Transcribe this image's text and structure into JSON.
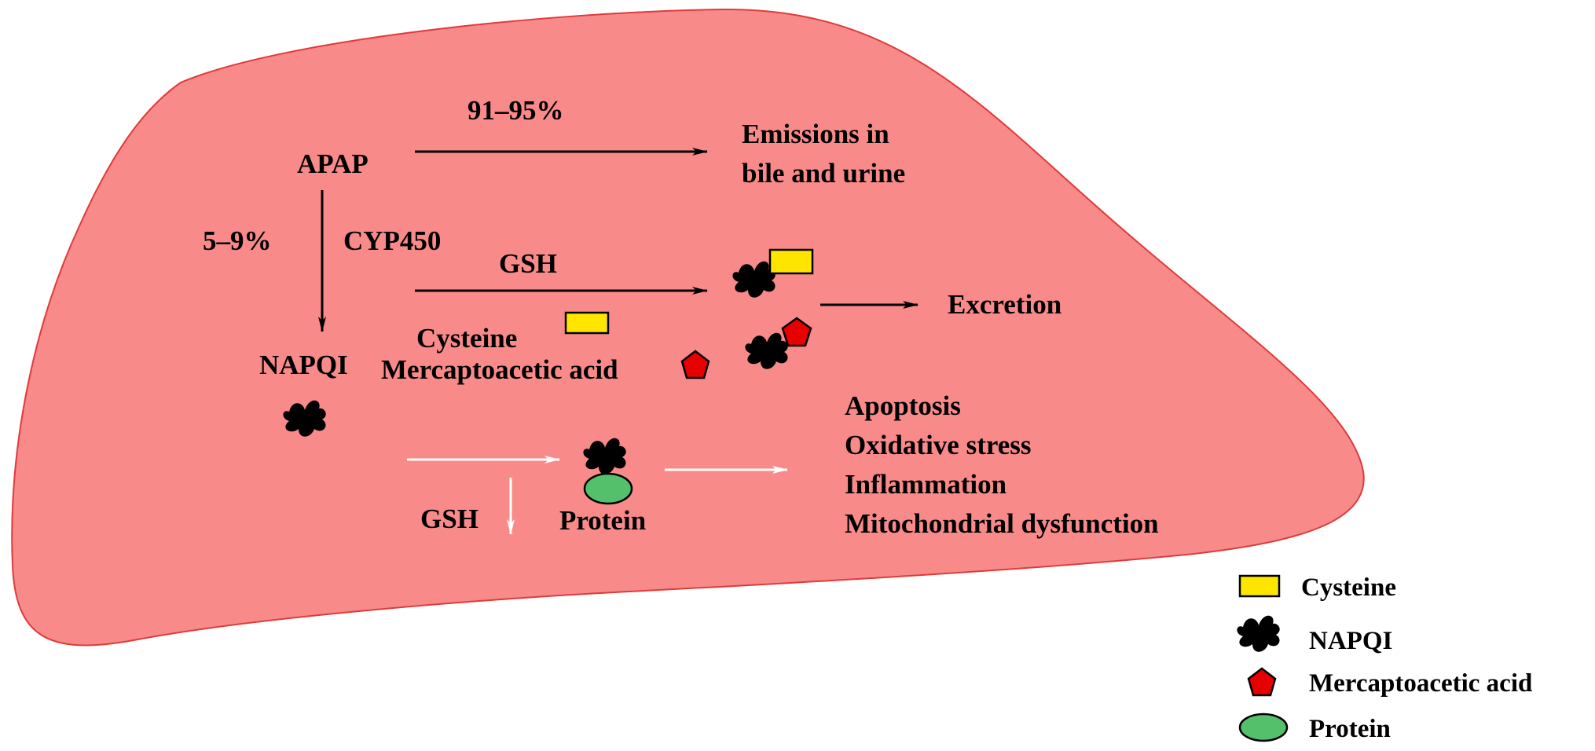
{
  "colors": {
    "liver_fill": "#f98a8a",
    "liver_stroke": "#e03a3a",
    "cysteine_fill": "#fde500",
    "napqi_fill": "#000000",
    "mercaptoacetic_fill": "#e60000",
    "protein_fill": "#55c06b",
    "arrow_dark": "#000000",
    "arrow_light": "#ffffff"
  },
  "labels": {
    "apap": "APAP",
    "pct_excreted": "91–95%",
    "emissions_line1": "Emissions in",
    "emissions_line2": "bile and urine",
    "pct_metabolized": "5–9%",
    "cyp450": "CYP450",
    "napqi": "NAPQI",
    "gsh_top": "GSH",
    "cysteine": "Cysteine",
    "mercaptoacetic_acid": "Mercaptoacetic acid",
    "excretion": "Excretion",
    "gsh_bottom": "GSH",
    "protein": "Protein",
    "outcome_apoptosis": "Apoptosis",
    "outcome_oxidative": "Oxidative stress",
    "outcome_inflammation": "Inflammation",
    "outcome_mito": "Mitochondrial dysfunction"
  },
  "legend": {
    "cysteine": "Cysteine",
    "napqi": "NAPQI",
    "mercaptoacetic_acid": "Mercaptoacetic acid",
    "protein": "Protein"
  }
}
